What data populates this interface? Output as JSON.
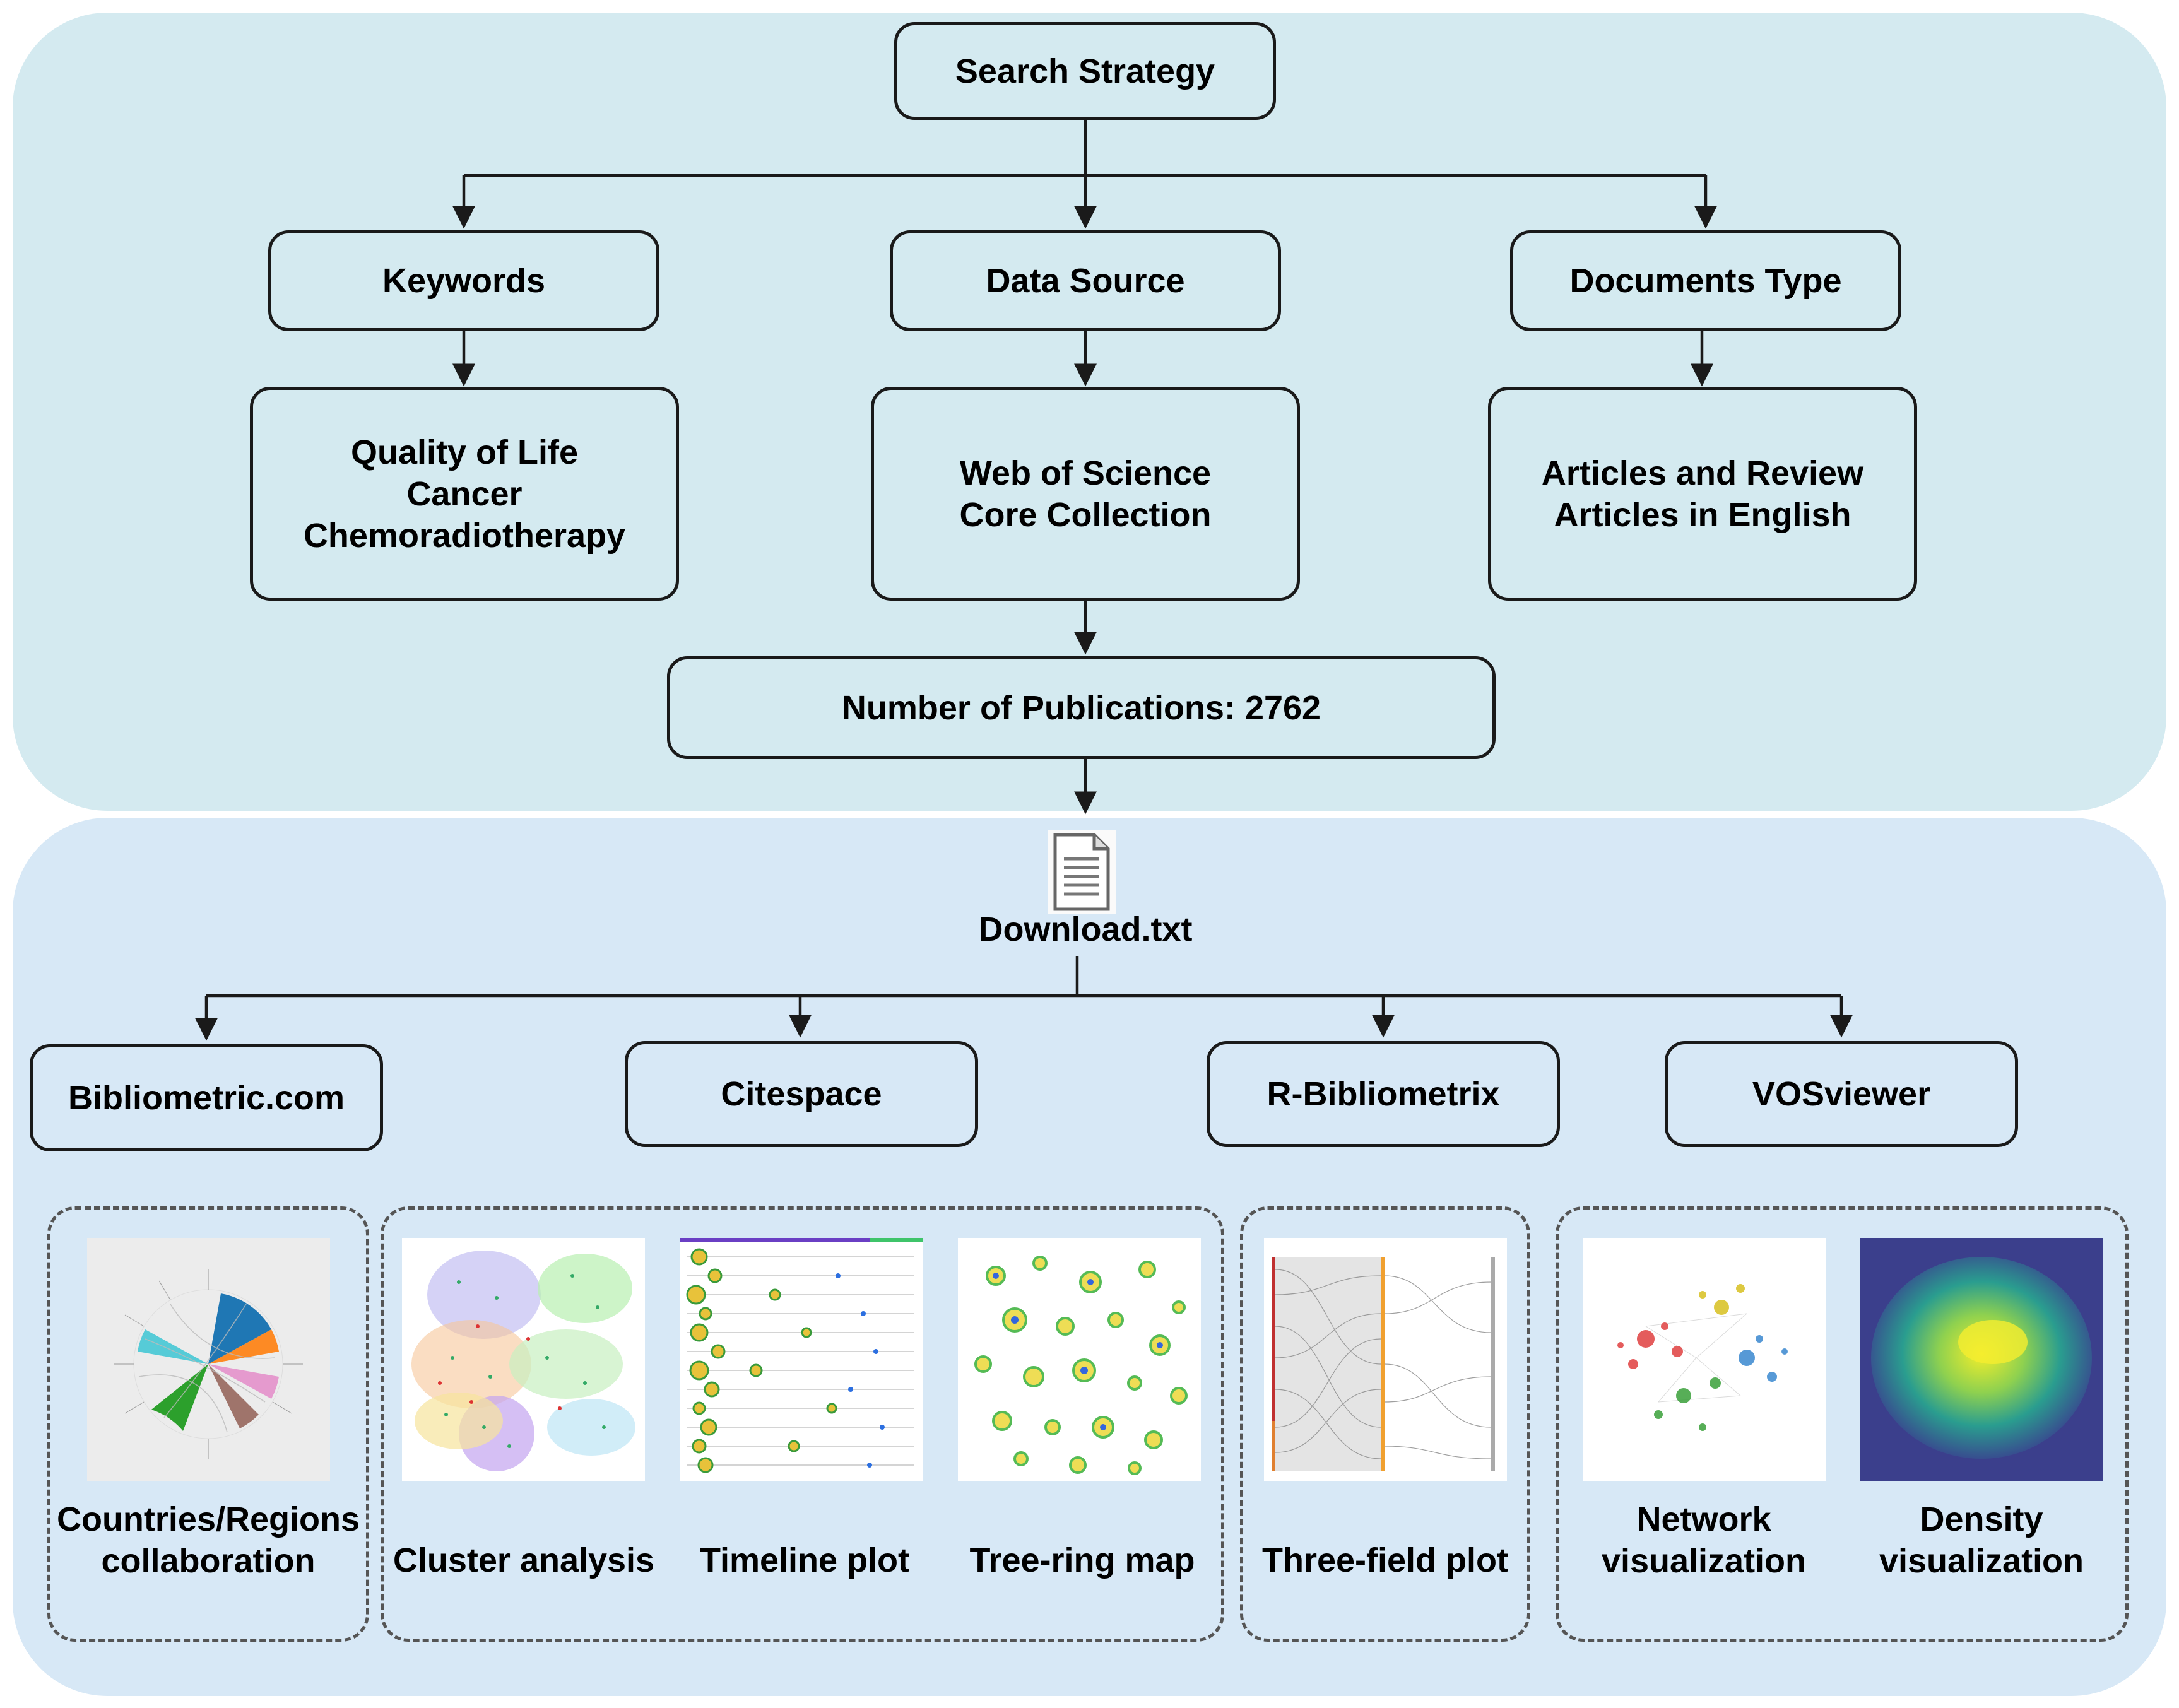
{
  "search": {
    "title": "Search Strategy",
    "keywords": "Keywords",
    "data_source": "Data Source",
    "documents_type": "Documents Type",
    "keywords_detail": "Quality of Life\nCancer\nChemoradiotherapy",
    "source_detail": "Web of Science\nCore Collection",
    "type_detail": "Articles and Review\nArticles in English",
    "publications": "Number of Publications: 2762"
  },
  "analysis": {
    "file_name": "Download.txt",
    "tools": [
      "Bibliometric.com",
      "Citespace",
      "R-Bibliometrix",
      "VOSviewer"
    ],
    "captions": [
      "Countries/Regions\ncollaboration",
      "Cluster analysis",
      "Timeline plot",
      "Tree-ring map",
      "Three-field plot",
      "Network\nvisualization",
      "Density\nvisualization"
    ]
  },
  "icons": [
    "document-icon"
  ],
  "colors": {
    "top_panel": "#d4eaf0",
    "bottom_panel": "#d7e8f6",
    "stroke": "#1a1a1a"
  }
}
